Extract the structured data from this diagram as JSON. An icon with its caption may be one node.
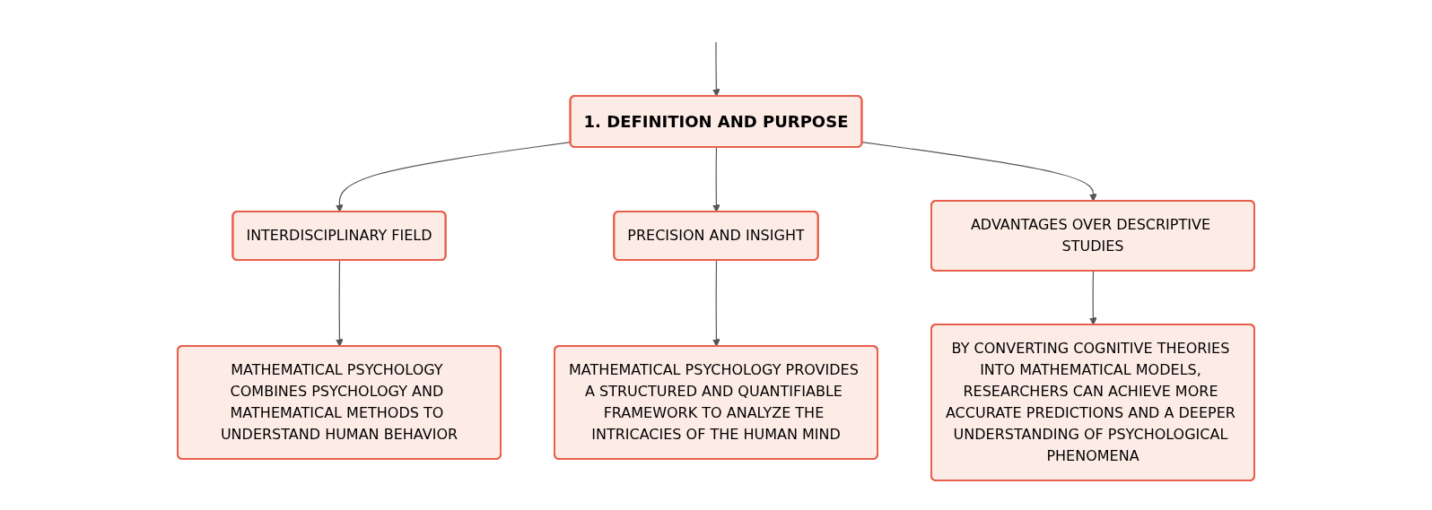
{
  "diagram": {
    "nodes": [
      {
        "text": [
          "1. DEFINITION AND PURPOSE"
        ]
      },
      {
        "text": [
          "INTERDISCIPLINARY FIELD"
        ]
      },
      {
        "text": [
          "PRECISION AND INSIGHT"
        ]
      },
      {
        "text": [
          "ADVANTAGES OVER DESCRIPTIVE STUDIES"
        ]
      },
      {
        "text": [
          "MATHEMATICAL PSYCHOLOGY COMBINES PSYCHOLOGY AND MATHEMATICAL METHODS TO UNDERSTAND HUMAN BEHAVIOR"
        ]
      },
      {
        "text": [
          "MATHEMATICAL PSYCHOLOGY PROVIDES A STRUCTURED AND QUANTIFIABLE FRAMEWORK TO ANALYZE THE INTRICACIES OF THE HUMAN MIND"
        ]
      },
      {
        "text": [
          "BY CONVERTING COGNITIVE THEORIES INTO MATHEMATICAL MODELS, RESEARCHERS CAN ACHIEVE MORE ACCURATE PREDICTIONS AND A DEEPER UNDERSTANDING OF PSYCHOLOGICAL PHENOMENA"
        ]
      }
    ],
    "edges": [
      {
        "from": null,
        "to": 0,
        "arrow": "to"
      },
      {
        "from": 0,
        "to": 1,
        "arrow": "to"
      },
      {
        "from": 0,
        "to": 2,
        "arrow": "to"
      },
      {
        "from": 0,
        "to": 3,
        "arrow": "to"
      },
      {
        "from": 1,
        "to": 4,
        "arrow": "to"
      },
      {
        "from": 2,
        "to": 5,
        "arrow": "to"
      },
      {
        "from": 3,
        "to": 6,
        "arrow": "to"
      }
    ]
  }
}
